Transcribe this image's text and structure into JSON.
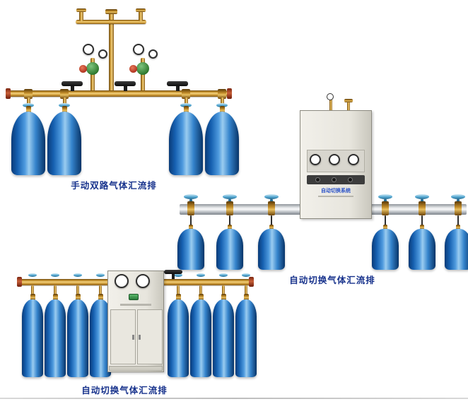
{
  "products": [
    {
      "name": "manual-dual-manifold",
      "caption": "手动双路气体汇流排"
    },
    {
      "name": "auto-switch-manifold-rail",
      "caption": "自动切换气体汇流排",
      "cabinet_label": "自动切换系统"
    },
    {
      "name": "auto-switch-manifold-cabinet",
      "caption": "自动切换气体汇流排"
    }
  ],
  "colors": {
    "caption_text": "#17328c",
    "cylinder_blue": "#1660b0",
    "brass_pipe": "#d9a53c",
    "rail_silver": "#c9ccd0",
    "cabinet_body": "#eae8e0",
    "regulator_green": "#2f7a2f",
    "regulator_knob_red": "#b03420",
    "handwheel_black": "#141414",
    "cylinder_wheel_blue": "#55a8d2",
    "cabinet_label_blue": "#2a52c8"
  }
}
